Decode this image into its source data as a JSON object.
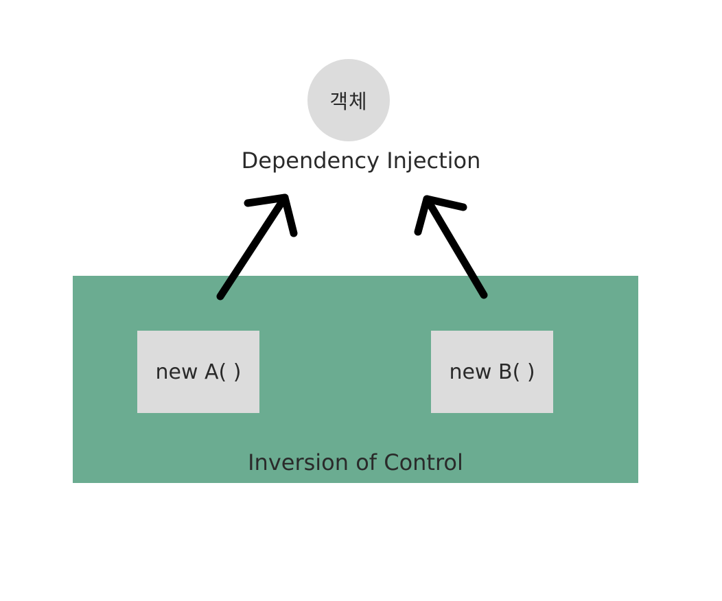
{
  "diagram": {
    "object_label": "객체",
    "di_label": "Dependency Injection",
    "ioc_label": "Inversion of Control",
    "box_a_label": "new A( )",
    "box_b_label": "new B( )",
    "arrows": [
      {
        "from": "box_a",
        "to": "object"
      },
      {
        "from": "box_b",
        "to": "object"
      }
    ]
  },
  "colors": {
    "ioc_container": "#6bac91",
    "node_fill": "#dcdcdc",
    "arrow": "#000000"
  }
}
